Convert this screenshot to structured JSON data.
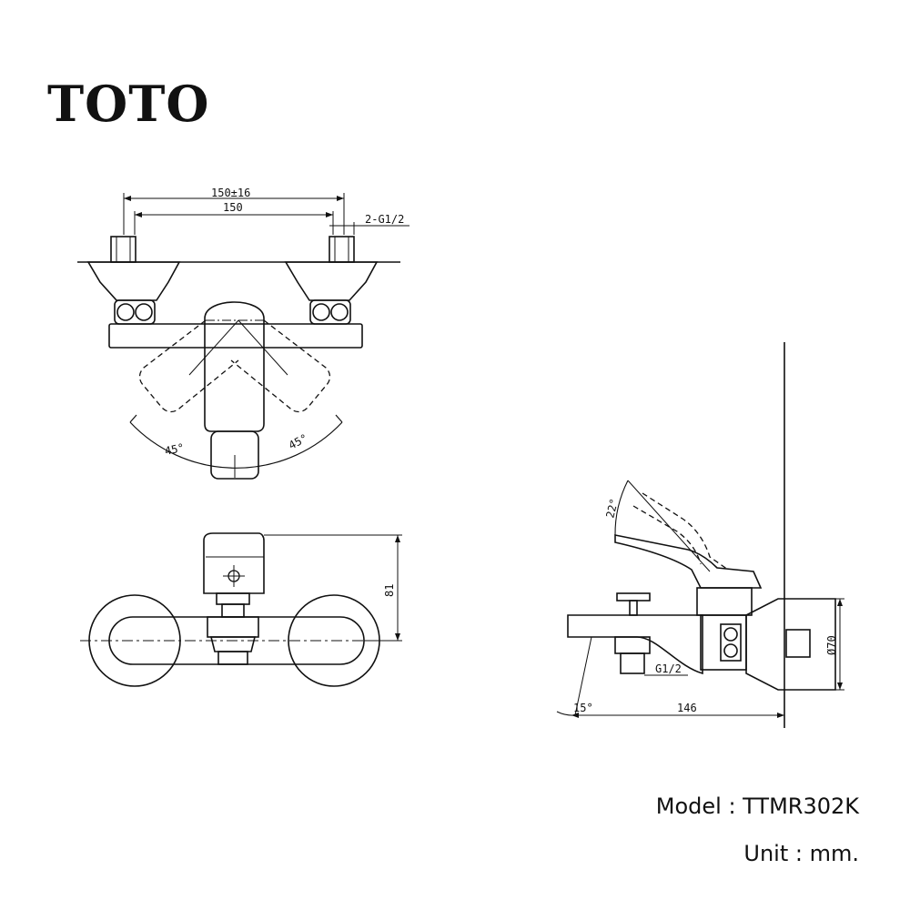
{
  "brand": {
    "name": "TOTO"
  },
  "top_view": {
    "dim_outer": "150±16",
    "dim_inner": "150",
    "thread": "2-G1/2",
    "angle_left": "45°",
    "angle_right": "45°"
  },
  "front_view": {
    "height": "81"
  },
  "side_view": {
    "lever_angle": "22°",
    "spout_angle": "15°",
    "depth": "146",
    "outlet": "G1/2",
    "diameter": "Ø70"
  },
  "info": {
    "model": "Model : TTMR302K",
    "unit": "Unit : mm."
  }
}
